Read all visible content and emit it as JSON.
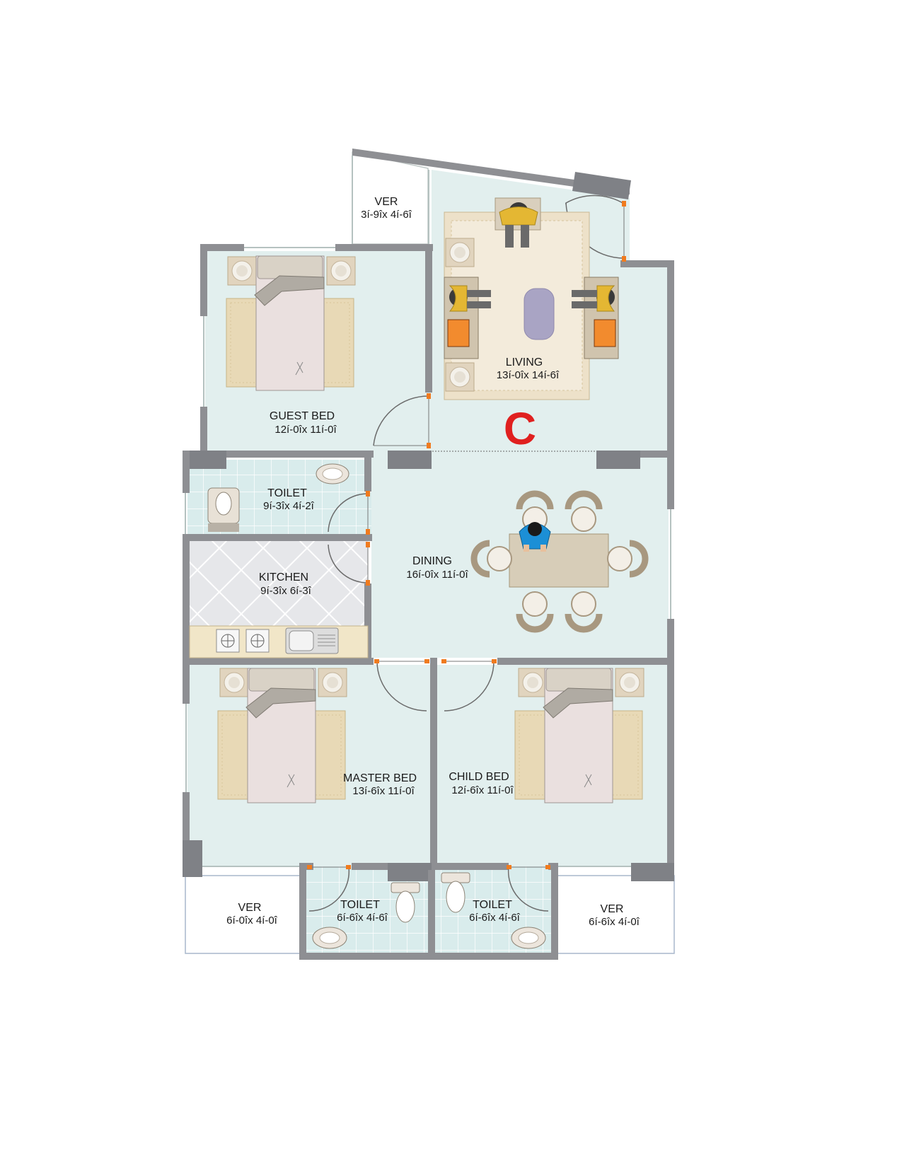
{
  "plan": {
    "unit_marker": "C",
    "rooms": {
      "ver_top": {
        "name": "VER",
        "size": "3í-9îx 4í-6î"
      },
      "guest_bed": {
        "name": "GUEST BED",
        "size": "12í-0îx 11í-0î"
      },
      "living": {
        "name": "LIVING",
        "size": "13í-0îx 14í-6î"
      },
      "toilet_guest": {
        "name": "TOILET",
        "size": "9í-3îx 4í-2î"
      },
      "kitchen": {
        "name": "KITCHEN",
        "size": "9í-3îx 6í-3î"
      },
      "dining": {
        "name": "DINING",
        "size": "16í-0îx 11í-0î"
      },
      "master_bed": {
        "name": "MASTER BED",
        "size": "13í-6îx 11í-0î"
      },
      "child_bed": {
        "name": "CHILD BED",
        "size": "12í-6îx 11í-0î"
      },
      "ver_left": {
        "name": "VER",
        "size": "6í-0îx 4í-0î"
      },
      "toilet_master": {
        "name": "TOILET",
        "size": "6í-6îx 4í-6î"
      },
      "toilet_child": {
        "name": "TOILET",
        "size": "6í-6îx 4í-6î"
      },
      "ver_right": {
        "name": "VER",
        "size": "6í-6îx 4í-0î"
      }
    }
  }
}
